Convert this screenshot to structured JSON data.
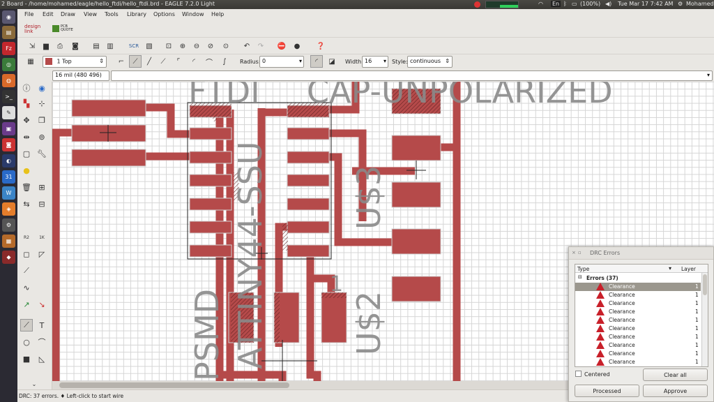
{
  "window": {
    "title": "2 Board - /home/mohamed/eagle/hello_ftdi/hello_ftdi.brd - EAGLE 7.2.0 Light"
  },
  "tray": {
    "battery": "(100%)",
    "datetime": "Tue Mar 17  7:42 AM",
    "user": "Mohamed",
    "lang": "En"
  },
  "menu": [
    "File",
    "Edit",
    "Draw",
    "View",
    "Tools",
    "Library",
    "Options",
    "Window",
    "Help"
  ],
  "logos": {
    "designlink": "design link",
    "pcbquote": "PCB QUOTE"
  },
  "toolbar2": {
    "layer": "1 Top",
    "radius_label": "Radius:",
    "radius_value": "0",
    "width_label": "Width:",
    "width_value": "16",
    "style_label": "Style:",
    "style_value": "continuous"
  },
  "cmd": {
    "coords": "16 mil (480 496)",
    "command": ""
  },
  "canvas_text": {
    "ftdi": "FTDI",
    "cap": "CAP-UNPOLARIZED",
    "attiny": "ATTINY44-SSU",
    "u3": "U$3",
    "u2": "U$2",
    "smd": "PSMD",
    "one": "1"
  },
  "status": {
    "text": "DRC: 37 errors.  ♦ Left-click to start wire"
  },
  "drc": {
    "title": "DRC Errors",
    "col_type": "Type",
    "col_layer": "Layer",
    "group": "Errors (37)",
    "items": [
      {
        "type": "Clearance",
        "layer": "1"
      },
      {
        "type": "Clearance",
        "layer": "1"
      },
      {
        "type": "Clearance",
        "layer": "1"
      },
      {
        "type": "Clearance",
        "layer": "1"
      },
      {
        "type": "Clearance",
        "layer": "1"
      },
      {
        "type": "Clearance",
        "layer": "1"
      },
      {
        "type": "Clearance",
        "layer": "1"
      },
      {
        "type": "Clearance",
        "layer": "1"
      },
      {
        "type": "Clearance",
        "layer": "1"
      },
      {
        "type": "Clearance",
        "layer": "1"
      }
    ],
    "centered": "Centered",
    "clear_all": "Clear all",
    "processed": "Processed",
    "approve": "Approve"
  },
  "colors": {
    "copper": "#b54a4a",
    "grid": "#d5d5d5",
    "label": "#8a8a8a"
  }
}
